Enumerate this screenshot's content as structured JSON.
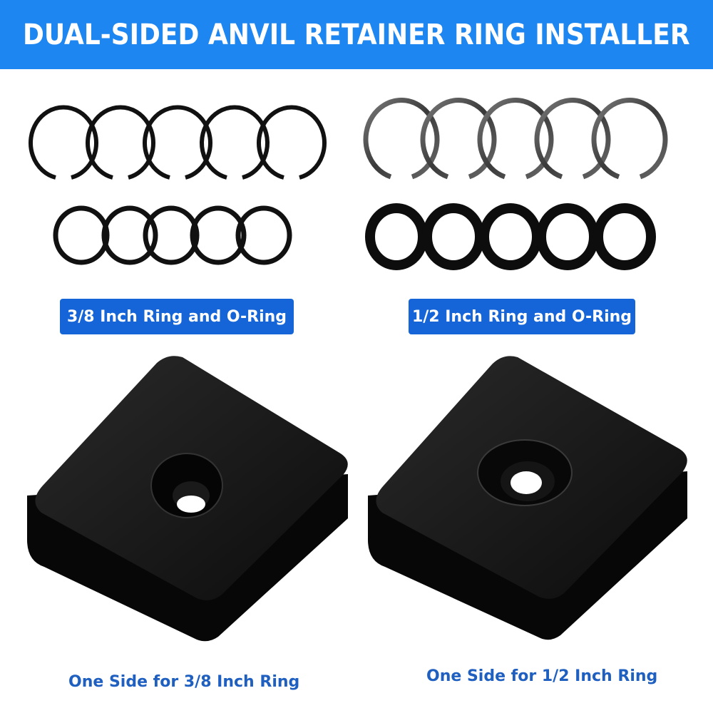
{
  "banner": {
    "title": "DUAL-SIDED ANVIL RETAINER RING INSTALLER",
    "color": "#1e86f0"
  },
  "kits": [
    {
      "label": "3/8 Inch Ring and O-Ring",
      "ring_count": 5,
      "oring_count": 5
    },
    {
      "label": "1/2 Inch Ring and O-Ring",
      "ring_count": 5,
      "oring_count": 5
    }
  ],
  "installers": [
    {
      "caption": "One Side for 3/8 Inch Ring"
    },
    {
      "caption": "One Side for 1/2 Inch Ring"
    }
  ],
  "colors": {
    "pill": "#1565d8",
    "caption": "#1e5fc0",
    "block": "#111111"
  }
}
